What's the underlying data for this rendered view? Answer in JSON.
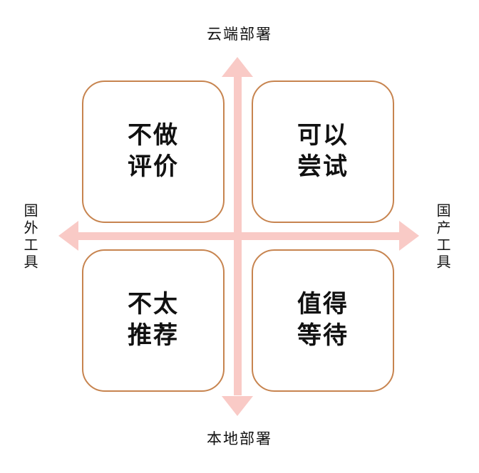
{
  "axes": {
    "top_label": "云端部署",
    "bottom_label": "本地部署",
    "left_label": "国外工具",
    "right_label": "国产工具"
  },
  "quadrants": {
    "top_left": "不做评价",
    "top_right": "可以尝试",
    "bottom_left": "不太推荐",
    "bottom_right": "值得等待"
  },
  "colors": {
    "arrow": "#f9cac6",
    "box_border": "#c7844f",
    "text": "#111111"
  }
}
